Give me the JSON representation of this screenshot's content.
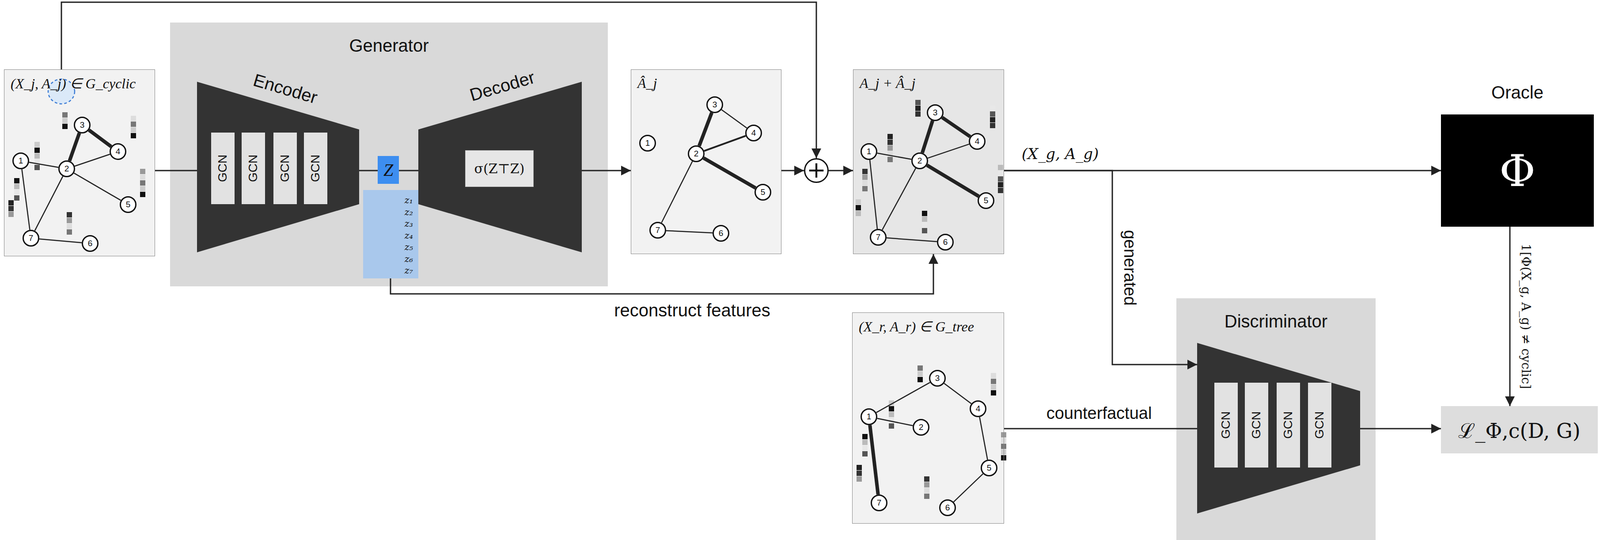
{
  "diagram": {
    "nodes": [
      {
        "text": [
          "(X_j, A_j) ∈ G_cyclic"
        ]
      },
      {
        "text": [
          "1"
        ],
        "in": 0
      },
      {
        "text": [
          "2"
        ],
        "in": 0
      },
      {
        "text": [
          "3"
        ],
        "in": 0
      },
      {
        "text": [
          "4"
        ],
        "in": 0
      },
      {
        "text": [
          "5"
        ],
        "in": 0
      },
      {
        "text": [
          "6"
        ],
        "in": 0
      },
      {
        "text": [
          "7"
        ],
        "in": 0
      },
      {
        "text": [
          "Generator"
        ]
      },
      {
        "text": [
          "Encoder"
        ],
        "in": 8
      },
      {
        "text": [
          "GCN"
        ],
        "in": 9
      },
      {
        "text": [
          "GCN"
        ],
        "in": 9
      },
      {
        "text": [
          "GCN"
        ],
        "in": 9
      },
      {
        "text": [
          "GCN"
        ],
        "in": 9
      },
      {
        "text": [
          "Z"
        ],
        "in": 8
      },
      {
        "text": [
          "z₁",
          "z₂",
          "z₃",
          "z₄",
          "z₅",
          "z₆",
          "z₇"
        ],
        "in": 8
      },
      {
        "text": [
          "Decoder"
        ],
        "in": 8
      },
      {
        "text": [
          "σ(Z⊤Z)"
        ],
        "in": 16
      },
      {
        "text": [
          "Â_j"
        ]
      },
      {
        "text": [
          "1"
        ],
        "in": 18
      },
      {
        "text": [
          "2"
        ],
        "in": 18
      },
      {
        "text": [
          "3"
        ],
        "in": 18
      },
      {
        "text": [
          "4"
        ],
        "in": 18
      },
      {
        "text": [
          "5"
        ],
        "in": 18
      },
      {
        "text": [
          "6"
        ],
        "in": 18
      },
      {
        "text": [
          "7"
        ],
        "in": 18
      },
      {
        "text": [
          "+"
        ]
      },
      {
        "text": [
          "A_j + Â_j"
        ]
      },
      {
        "text": [
          "1"
        ],
        "in": 27
      },
      {
        "text": [
          "2"
        ],
        "in": 27
      },
      {
        "text": [
          "3"
        ],
        "in": 27
      },
      {
        "text": [
          "4"
        ],
        "in": 27
      },
      {
        "text": [
          "5"
        ],
        "in": 27
      },
      {
        "text": [
          "6"
        ],
        "in": 27
      },
      {
        "text": [
          "7"
        ],
        "in": 27
      },
      {
        "text": [
          "Oracle",
          "Φ"
        ]
      },
      {
        "text": [
          "Discriminator"
        ]
      },
      {
        "text": [
          "GCN"
        ],
        "in": 36
      },
      {
        "text": [
          "GCN"
        ],
        "in": 36
      },
      {
        "text": [
          "GCN"
        ],
        "in": 36
      },
      {
        "text": [
          "GCN"
        ],
        "in": 36
      },
      {
        "text": [
          "(X_r, A_r) ∈ G_tree"
        ]
      },
      {
        "text": [
          "1"
        ],
        "in": 41
      },
      {
        "text": [
          "2"
        ],
        "in": 41
      },
      {
        "text": [
          "3"
        ],
        "in": 41
      },
      {
        "text": [
          "4"
        ],
        "in": 41
      },
      {
        "text": [
          "5"
        ],
        "in": 41
      },
      {
        "text": [
          "6"
        ],
        "in": 41
      },
      {
        "text": [
          "7"
        ],
        "in": 41
      },
      {
        "text": [
          "ℒ_Φ,c(D, G)"
        ]
      }
    ],
    "edges": [
      {
        "from": 0,
        "to": 9,
        "arrow": "none"
      },
      {
        "from": 9,
        "to": 14,
        "arrow": "none"
      },
      {
        "from": 14,
        "to": 16,
        "arrow": "none"
      },
      {
        "from": 16,
        "to": 18,
        "arrow": "to"
      },
      {
        "from": 18,
        "to": 26,
        "arrow": "to"
      },
      {
        "from": 0,
        "to": 26,
        "arrow": "to"
      },
      {
        "from": 26,
        "to": 27,
        "arrow": "to"
      },
      {
        "from": 15,
        "to": 27,
        "arrow": "to",
        "label": "reconstruct features"
      },
      {
        "from": 27,
        "to": 35,
        "arrow": "to",
        "label": "(X_g, A_g)"
      },
      {
        "from": 27,
        "to": 36,
        "arrow": "to",
        "label": "generated"
      },
      {
        "from": 41,
        "to": 36,
        "arrow": "none",
        "label": "counterfactual"
      },
      {
        "from": 35,
        "to": 49,
        "arrow": "to",
        "label": "1[Φ(X_g, A_g) ≠ cyclic]"
      },
      {
        "from": 36,
        "to": 49,
        "arrow": "to"
      },
      {
        "from": 1,
        "to": 2,
        "arrow": "none"
      },
      {
        "from": 2,
        "to": 3,
        "arrow": "none"
      },
      {
        "from": 2,
        "to": 4,
        "arrow": "none"
      },
      {
        "from": 3,
        "to": 4,
        "arrow": "none"
      },
      {
        "from": 2,
        "to": 5,
        "arrow": "none"
      },
      {
        "from": 2,
        "to": 7,
        "arrow": "none"
      },
      {
        "from": 1,
        "to": 7,
        "arrow": "none"
      },
      {
        "from": 7,
        "to": 6,
        "arrow": "none"
      },
      {
        "from": 20,
        "to": 21,
        "arrow": "none"
      },
      {
        "from": 21,
        "to": 22,
        "arrow": "none"
      },
      {
        "from": 20,
        "to": 22,
        "arrow": "none"
      },
      {
        "from": 20,
        "to": 23,
        "arrow": "none"
      },
      {
        "from": 20,
        "to": 25,
        "arrow": "none"
      },
      {
        "from": 25,
        "to": 24,
        "arrow": "none"
      },
      {
        "from": 28,
        "to": 29,
        "arrow": "none"
      },
      {
        "from": 29,
        "to": 30,
        "arrow": "none"
      },
      {
        "from": 30,
        "to": 31,
        "arrow": "none"
      },
      {
        "from": 29,
        "to": 31,
        "arrow": "none"
      },
      {
        "from": 29,
        "to": 32,
        "arrow": "none"
      },
      {
        "from": 29,
        "to": 34,
        "arrow": "none"
      },
      {
        "from": 28,
        "to": 34,
        "arrow": "none"
      },
      {
        "from": 34,
        "to": 33,
        "arrow": "none"
      },
      {
        "from": 42,
        "to": 44,
        "arrow": "none"
      },
      {
        "from": 42,
        "to": 43,
        "arrow": "none"
      },
      {
        "from": 44,
        "to": 45,
        "arrow": "none"
      },
      {
        "from": 45,
        "to": 46,
        "arrow": "none"
      },
      {
        "from": 46,
        "to": 47,
        "arrow": "none"
      },
      {
        "from": 42,
        "to": 48,
        "arrow": "none"
      }
    ]
  }
}
